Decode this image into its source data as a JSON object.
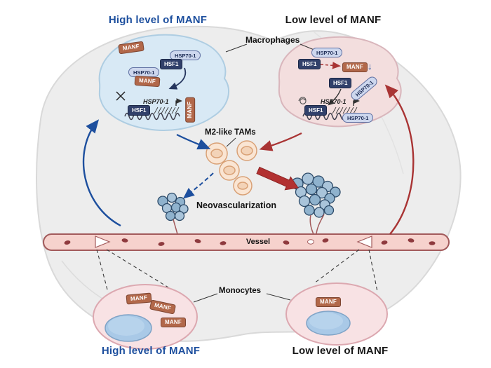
{
  "colors": {
    "blue_accent": "#1d4f9e",
    "red_accent": "#a93434",
    "manf_tag_fill": "#b2684a",
    "hsp70_pill_fill": "#cdd7ee",
    "hsf1_pill_fill": "#31406a",
    "vessel_fill": "#f6d2cd",
    "left_cell_fill": "#d8e9f5",
    "right_cell_fill": "#f3dede"
  },
  "header": {
    "high_manf_title": "High level of MANF",
    "low_manf_title": "Low level of MANF",
    "macrophages": "Macrophages"
  },
  "left_cell": {
    "manf_top": "MANF",
    "hsp70_top": "HSP70-1",
    "hsf1_top": "HSF1",
    "hsp70_mid": "HSP70-1",
    "manf_mid": "MANF",
    "hsf1_dna": "HSF1",
    "gene": "HSP70-1",
    "manf_side": "MANF"
  },
  "right_cell": {
    "hsp70_top": "HSP70-1",
    "hsf1_top": "HSF1",
    "manf": "MANF",
    "manf_decrease": "↓",
    "hsf1_mid": "HSF1",
    "hsp70_side": "HSP70-1",
    "hsf1_dna": "HSF1",
    "gene": "HSP70-1",
    "hsp70_bottom": "HSP70-1"
  },
  "center": {
    "m2_tams": "M2-like TAMs",
    "neovascularization": "Neovascularization",
    "vessel": "Vessel",
    "monocytes": "Monocytes"
  },
  "monocytes": {
    "left_tags": [
      "MANF",
      "MANF",
      "MANF"
    ],
    "right_tag": "MANF"
  },
  "footer": {
    "high_manf_title": "High level of MANF",
    "low_manf_title": "Low level of MANF"
  }
}
